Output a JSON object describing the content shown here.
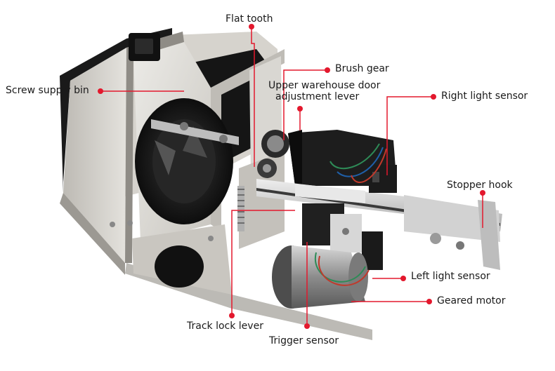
{
  "labels": {
    "flat_tooth": "Flat tooth",
    "brush_gear": "Brush gear",
    "screw_supply_bin": "Screw supply bin",
    "upper_door_lever_line1": "Upper warehouse door",
    "upper_door_lever_line2": "adjustment lever",
    "right_light_sensor": "Right light sensor",
    "stopper_hook": "Stopper hook",
    "left_light_sensor": "Left light sensor",
    "geared_motor": "Geared motor",
    "track_lock_lever": "Track lock lever",
    "trigger_sensor": "Trigger sensor"
  },
  "colors": {
    "callout": "#e3182d",
    "text": "#1a1a1a",
    "frame": "#d9d6d0",
    "dark": "#1c1c1c",
    "rail": "#cfcfcf",
    "wire_green": "#2e8b57"
  }
}
